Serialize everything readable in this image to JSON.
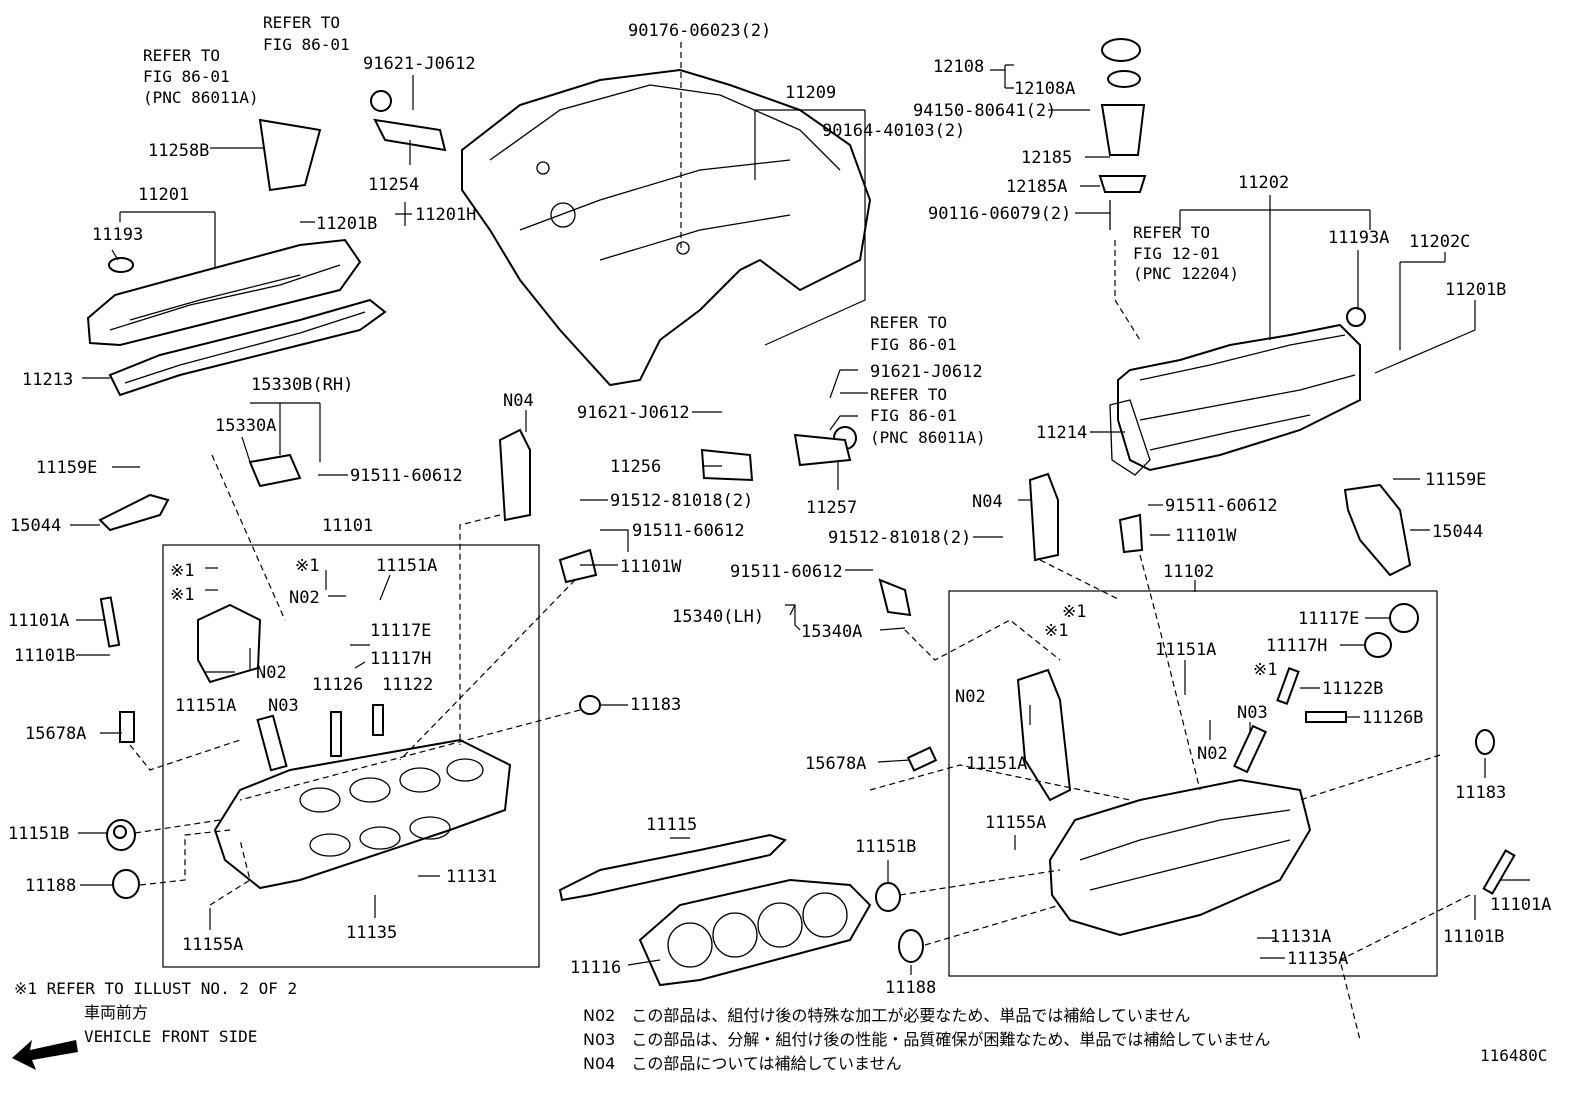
{
  "labels": {
    "p90176": "90176-06023(2)",
    "p11209": "11209",
    "p90164": "90164-40103(2)",
    "p12108": "12108",
    "p12108A": "12108A",
    "p94150": "94150-80641(2)",
    "p12185": "12185",
    "p12185A": "12185A",
    "p90116": "90116-06079(2)",
    "p11202": "11202",
    "p11193A": "11193A",
    "p11202C": "11202C",
    "p11201B_r": "11201B",
    "p11214": "11214",
    "p91621_top": "91621-J0612",
    "p11258B": "11258B",
    "p11254": "11254",
    "p11201": "11201",
    "p11193": "11193",
    "p11201B_l": "11201B",
    "p11201H": "11201H",
    "p11213": "11213",
    "p15330B": "15330B(RH)",
    "p15330A": "15330A",
    "p11159E_l": "11159E",
    "p91511_a": "91511-60612",
    "p15044_l": "15044",
    "p11101": "11101",
    "pN04_l": "N04",
    "p91512_l": "91512-81018(2)",
    "p91511_b": "91511-60612",
    "p11101W_l": "11101W",
    "p91621_mid": "91621-J0612",
    "p11256": "11256",
    "p91621_r": "91621-J0612",
    "p11257": "11257",
    "pN04_r": "N04",
    "p91512_r": "91512-81018(2)",
    "p91511_c": "91511-60612",
    "p11101W_r": "11101W",
    "p11159E_r": "11159E",
    "p15044_r": "15044",
    "p11102": "11102",
    "p91511_d": "91511-60612",
    "p15340LH": "15340(LH)",
    "p15340A": "15340A",
    "p11151A_1": "11151A",
    "pN02_1": "N02",
    "p11117E_l": "11117E",
    "p11117H_l": "11117H",
    "pN02_2": "N02",
    "p11151A_2": "11151A",
    "pN03_l": "N03",
    "p11126": "11126",
    "p11122": "11122",
    "p11101A_l": "11101A",
    "p11101B_l": "11101B",
    "p15678A_l": "15678A",
    "p11183_l": "11183",
    "p11151B_l": "11151B",
    "p11188_l": "11188",
    "p11131": "11131",
    "p11135": "11135",
    "p11155A_l": "11155A",
    "p11115": "11115",
    "p11116": "11116",
    "p15678A_r": "15678A",
    "p11151B_r": "11151B",
    "p11188_r": "11188",
    "p11117E_r": "11117E",
    "p11117H_r": "11117H",
    "p11151A_r": "11151A",
    "p11122B": "11122B",
    "pN03_r": "N03",
    "p11126B": "11126B",
    "pN02_3": "N02",
    "pN02_4": "N02",
    "p11151A_3": "11151A",
    "p11155A_r": "11155A",
    "p11183_r": "11183",
    "p11101A_r": "11101A",
    "p11101B_r": "11101B",
    "p11131A": "11131A",
    "p11135A": "11135A",
    "star1": "※1",
    "star_a": "※1",
    "star_b": "※1",
    "star_c": "※1",
    "star_d": "※1",
    "star_e": "※1"
  },
  "refs": {
    "refer_to": "REFER TO",
    "fig86": "FIG 86-01",
    "pnc86011A": "(PNC 86011A)",
    "fig12": "FIG 12-01",
    "pnc12204": "(PNC 12204)"
  },
  "notes": {
    "star_note": "※1 REFER TO ILLUST NO. 2 OF 2",
    "front_jp": "車両前方",
    "front_en": "VEHICLE FRONT SIDE",
    "n02": "N02　この部品は、組付け後の特殊な加工が必要なため、単品では補給していません",
    "n03": "N03　この部品は、分解・組付け後の性能・品質確保が困難なため、単品では補給していません",
    "n04": "N04　この部品については補給していません",
    "figure_id": "116480C"
  }
}
